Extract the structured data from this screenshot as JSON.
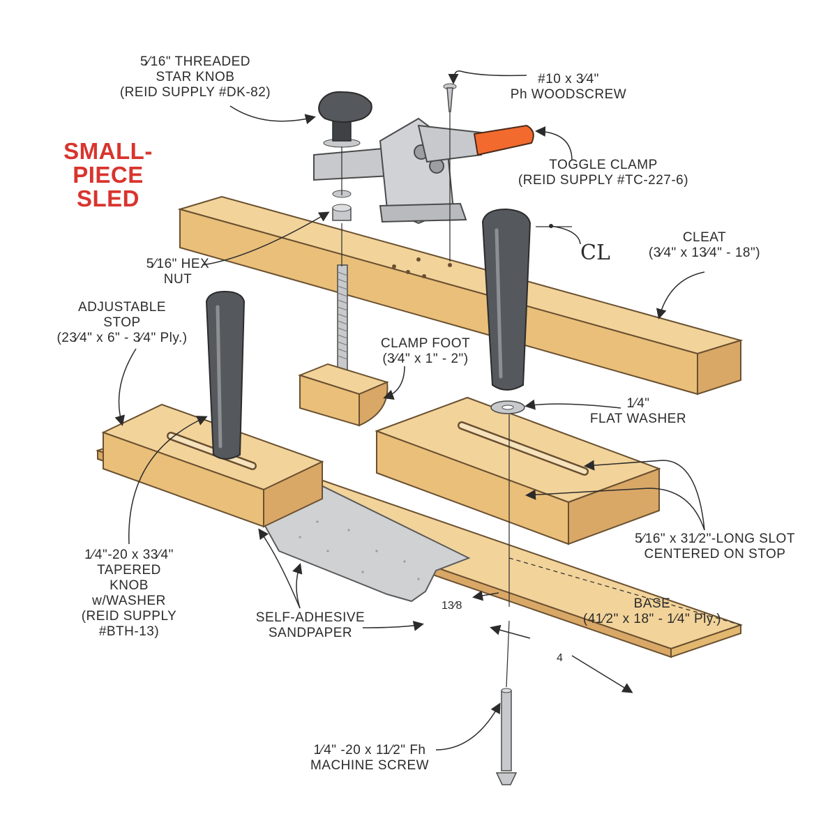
{
  "title": [
    "SMALL-",
    "PIECE",
    "SLED"
  ],
  "labels": {
    "star_knob": [
      "5⁄16\" THREADED",
      "STAR KNOB",
      "(REID SUPPLY #DK-82)"
    ],
    "woodscrew": [
      "#10 x 3⁄4\"",
      "Ph WOODSCREW"
    ],
    "toggle_clamp": [
      "TOGGLE CLAMP",
      "(REID SUPPLY #TC-227-6)"
    ],
    "cleat": [
      "CLEAT",
      "(3⁄4\" x 13⁄4\" - 18\")"
    ],
    "hex_nut": [
      "5⁄16\" HEX",
      "NUT"
    ],
    "adjustable_stop": [
      "ADJUSTABLE",
      "STOP",
      "(23⁄4\" x 6\" - 3⁄4\" Ply.)"
    ],
    "clamp_foot": [
      "CLAMP FOOT",
      "(3⁄4\" x 1\" - 2\")"
    ],
    "flat_washer": [
      "1⁄4\"",
      "FLAT WASHER"
    ],
    "slot": [
      "5⁄16\" x 31⁄2\"-LONG SLOT",
      "CENTERED ON STOP"
    ],
    "tapered_knob": [
      "1⁄4\"-20 x 33⁄4\"",
      "TAPERED",
      "KNOB",
      "w/WASHER",
      "(REID SUPPLY",
      "#BTH-13)"
    ],
    "sandpaper": [
      "SELF-ADHESIVE",
      "SANDPAPER"
    ],
    "base": [
      "BASE",
      "(41⁄2\" x 18\" - 1⁄4\" Ply.)"
    ],
    "machine_screw": [
      "1⁄4\" -20 x 11⁄2\" Fh",
      "MACHINE SCREW"
    ]
  },
  "dimensions": {
    "offset": "13⁄8",
    "length": "4",
    "centerline": "CL"
  },
  "colors": {
    "wood": "#f2d39a",
    "wood_edge": "#e2b870",
    "wood_dark": "#c9974f",
    "knob": "#55585c",
    "metal": "#c7c9cc",
    "clamp_handle": "#f26a2e",
    "title": "#d8342e",
    "line": "#2b2b2b"
  }
}
